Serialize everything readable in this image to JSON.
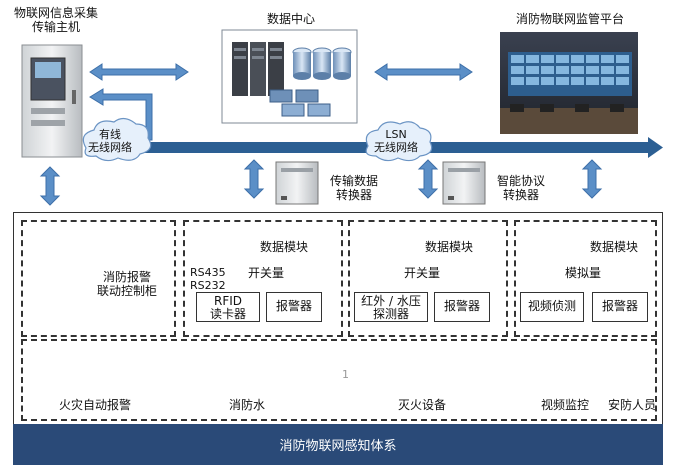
{
  "top": {
    "host_label_line1": "物联网信息采集",
    "host_label_line2": "传输主机",
    "datacenter_label": "数据中心",
    "platform_label": "消防物联网监管平台",
    "wired_wireless_line1": "有线",
    "wired_wireless_line2": "无线网络",
    "lsn_line1": "LSN",
    "lsn_line2": "无线网络",
    "transmission_converter_line1": "传输数据",
    "transmission_converter_line2": "转换器",
    "protocol_converter_line1": "智能协议",
    "protocol_converter_line2": "转换器"
  },
  "groups": {
    "cabinet_label_line1": "消防报警",
    "cabinet_label_line2": "联动控制柜",
    "g1": {
      "module": "数据模块",
      "switch": "开关量",
      "rs435": "RS435",
      "rs232": "RS232",
      "rfid_line1": "RFID",
      "rfid_line2": "读卡器",
      "alarm": "报警器"
    },
    "g2": {
      "module": "数据模块",
      "switch": "开关量",
      "sensor_line1": "红外 / 水压",
      "sensor_line2": "探测器",
      "alarm": "报警器"
    },
    "g3": {
      "module": "数据模块",
      "analog": "模拟量",
      "video": "视频侦测",
      "alarm": "报警器"
    }
  },
  "devices": {
    "fire_alarm": "火灾自动报警",
    "fire_water": "消防水",
    "extinguish": "灭火设备",
    "video_monitor": "视频监控",
    "security": "安防人员",
    "stray_mark": "1"
  },
  "footer": "消防物联网感知体系",
  "colors": {
    "arrow": "#5b8fc7",
    "arrow_edge": "#3d6fa8",
    "bus": "#2c5f93",
    "footer_bg": "#2a4a78",
    "cloud": "#e6f0fb",
    "cloud_edge": "#6b94c4",
    "red": "#d0322b"
  }
}
